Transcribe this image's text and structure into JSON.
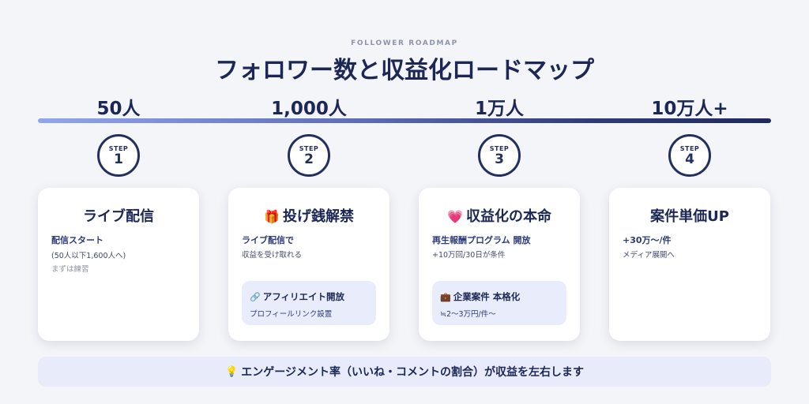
{
  "header": {
    "eyebrow": "FOLLOWER ROADMAP",
    "title": "フォロワー数と収益化ロードマップ"
  },
  "milestones": [
    "50人",
    "1,000人",
    "1万人",
    "10万人+"
  ],
  "steps": [
    {
      "label": "STEP",
      "number": "1"
    },
    {
      "label": "STEP",
      "number": "2"
    },
    {
      "label": "STEP",
      "number": "3"
    },
    {
      "label": "STEP",
      "number": "4"
    }
  ],
  "cards": [
    {
      "icon": "",
      "title": "ライブ配信",
      "main": "配信スタート",
      "sub": "(50人以下1,600人へ)",
      "note": "まずは練習"
    },
    {
      "icon": "gift-icon",
      "icon_glyph": "🎁",
      "title": "投げ銭解禁",
      "main": "ライブ配信で",
      "sub": "収益を受け取れる",
      "box": {
        "icon": "link-icon",
        "icon_glyph": "🔗",
        "title": "アフィリエイト開放",
        "text": "プロフィールリンク設置"
      }
    },
    {
      "icon": "heart-icon",
      "icon_glyph": "💗",
      "title": "収益化の本命",
      "main": "再生報酬プログラム 開放",
      "sub": "+10万回/30日が条件",
      "box": {
        "icon": "briefcase-icon",
        "icon_glyph": "💼",
        "title": "企業案件 本格化",
        "text": "≒2〜3万円/件〜"
      }
    },
    {
      "icon": "",
      "title": "案件単価UP",
      "main": "+30万〜/件",
      "sub": "メディア展開へ"
    }
  ],
  "footer": {
    "icon": "lightbulb-icon",
    "icon_glyph": "💡",
    "text": "エンゲージメント率（いいね・コメントの割合）が収益を左右します"
  },
  "colors": {
    "navy": "#1c2756",
    "timeline_start": "#92a6ee",
    "timeline_end": "#1f2a5c",
    "box_bg": "#e9edfb"
  }
}
